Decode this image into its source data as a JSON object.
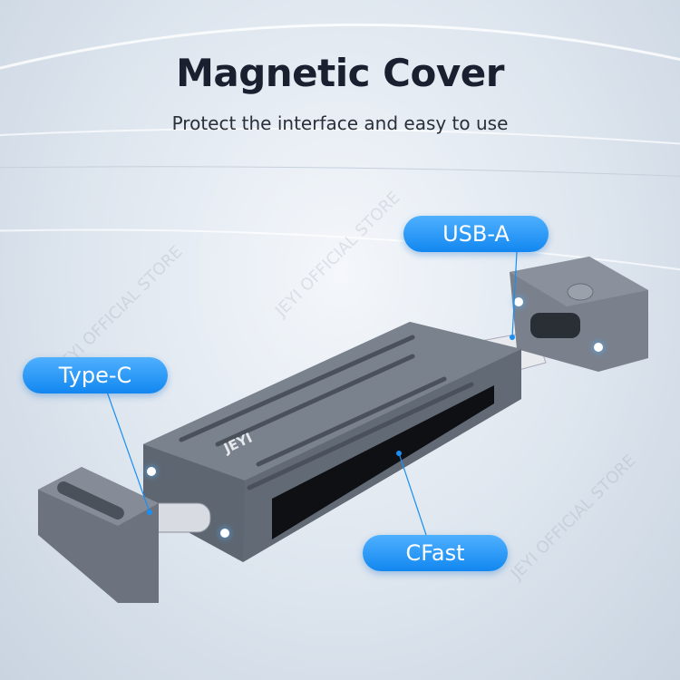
{
  "header": {
    "title": "Magnetic Cover",
    "subtitle": "Protect the interface and easy to use"
  },
  "labels": {
    "usb_a": "USB-A",
    "type_c": "Type-C",
    "cfast": "CFast"
  },
  "product": {
    "logo": "JEYI",
    "watermark": "JEYI OFFICIAL STORE"
  },
  "colors": {
    "accent": "#1a8ff2",
    "body": "#6b7380",
    "title": "#1b2030"
  }
}
